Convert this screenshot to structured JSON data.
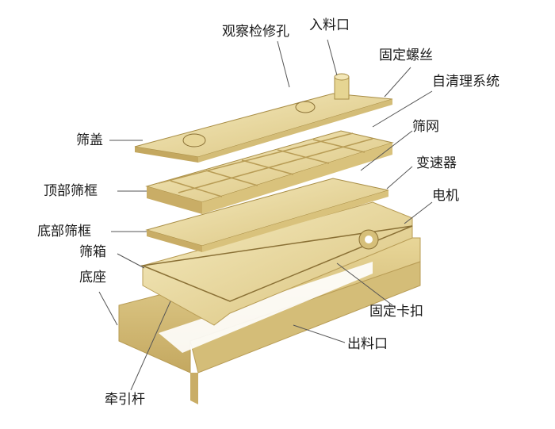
{
  "title": "振动筛结构图",
  "colors": {
    "body": "#e2cf8f",
    "light": "#f3e7b8",
    "dark": "#b89c55",
    "line": "#555555"
  },
  "labels": {
    "inspection_hole": "观察检修孔",
    "inlet": "入料口",
    "fixing_screw": "固定螺丝",
    "self_cleaning": "自清理系统",
    "screen_cover": "筛盖",
    "screen_mesh": "筛网",
    "gearbox": "变速器",
    "top_frame": "顶部筛框",
    "motor": "电机",
    "bottom_frame": "底部筛框",
    "screen_box": "筛箱",
    "base": "底座",
    "fixing_clamp": "固定卡扣",
    "outlet": "出料口",
    "tow_bar": "牵引杆"
  }
}
